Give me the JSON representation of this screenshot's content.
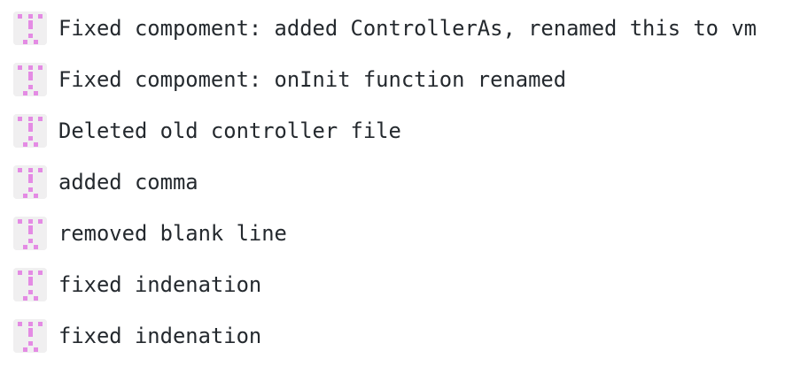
{
  "commits": [
    {
      "message": "Fixed compoment: added ControllerAs, renamed this to vm",
      "avatar": "identicon-avatar"
    },
    {
      "message": "Fixed compoment: onInit function renamed",
      "avatar": "identicon-avatar"
    },
    {
      "message": "Deleted old controller file",
      "avatar": "identicon-avatar"
    },
    {
      "message": "added comma",
      "avatar": "identicon-avatar"
    },
    {
      "message": "removed blank line",
      "avatar": "identicon-avatar"
    },
    {
      "message": "fixed indenation",
      "avatar": "identicon-avatar"
    },
    {
      "message": "fixed indenation",
      "avatar": "identicon-avatar"
    }
  ],
  "colors": {
    "identicon_fill": "#e48be4",
    "identicon_background": "#f0eff0",
    "text": "#24292e"
  }
}
